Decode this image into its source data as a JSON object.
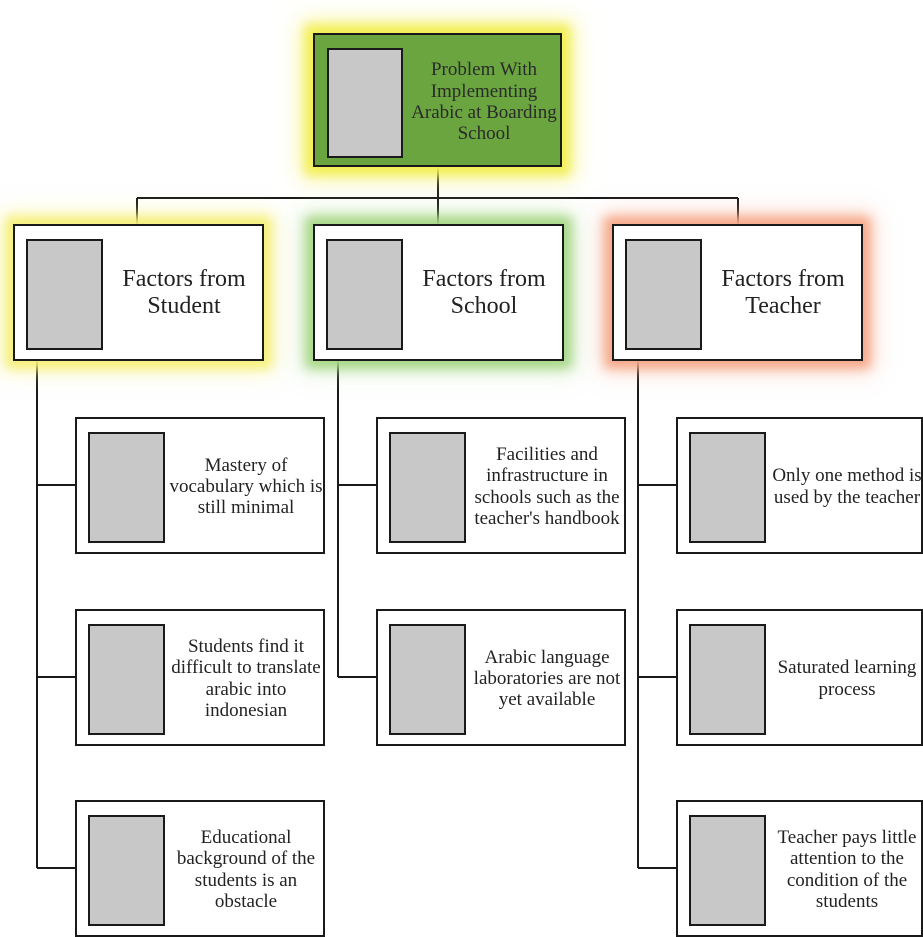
{
  "root": {
    "title": "Problem With Implementing Arabic at Boarding School"
  },
  "categories": [
    {
      "label": "Factors from Student",
      "items": [
        "Mastery of vocabulary which is still minimal",
        "Students find it difficult to translate arabic into indonesian",
        "Educational background of the students is an obstacle"
      ]
    },
    {
      "label": "Factors from School",
      "items": [
        "Facilities and infrastructure in schools such as the teacher's handbook",
        "Arabic language laboratories are not yet available"
      ]
    },
    {
      "label": "Factors from Teacher",
      "items": [
        "Only one method is used by the teacher",
        "Saturated learning process",
        "Teacher pays little attention to the condition of the students"
      ]
    }
  ],
  "colors": {
    "root_fill": "#6aa53f",
    "student_glow": "#f6f07a",
    "school_glow": "#a8d888",
    "teacher_glow": "#f6a98a",
    "placeholder": "#c8c8c8"
  }
}
